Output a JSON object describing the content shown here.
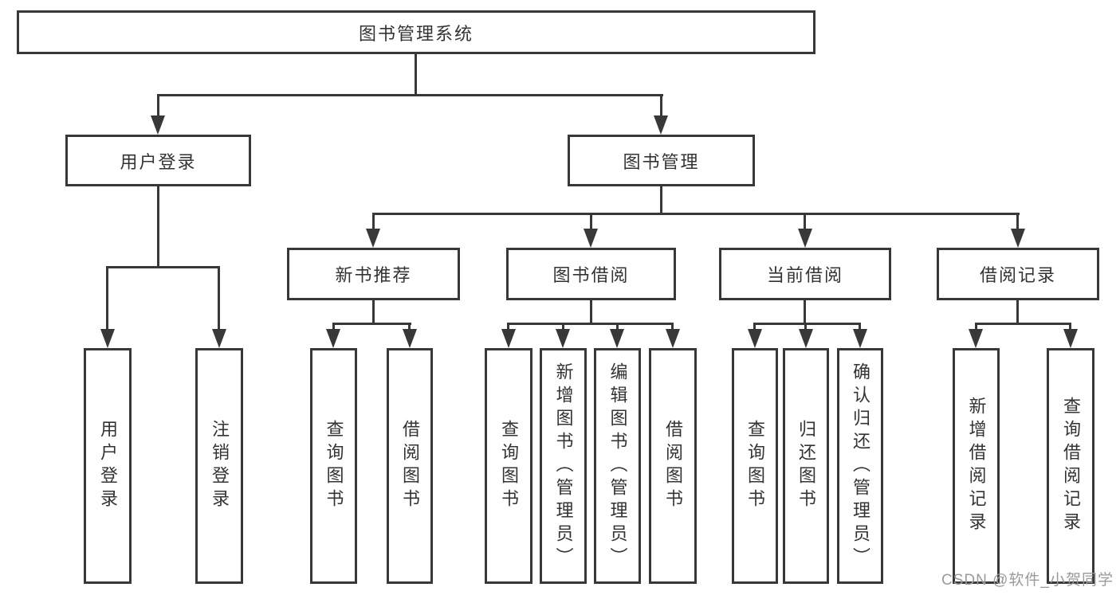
{
  "colors": {
    "background": "#ffffff",
    "line": "#383838",
    "box_border": "#383838",
    "text": "#333333",
    "watermark_text": "#9a9a9a"
  },
  "tree": {
    "label": "图书管理系统",
    "children": [
      {
        "label": "用户登录",
        "children": [
          {
            "label": "用户登录"
          },
          {
            "label": "注销登录"
          }
        ]
      },
      {
        "label": "图书管理",
        "children": [
          {
            "label": "新书推荐",
            "children": [
              {
                "label": "查询图书"
              },
              {
                "label": "借阅图书"
              }
            ]
          },
          {
            "label": "图书借阅",
            "children": [
              {
                "label": "查询图书"
              },
              {
                "label": "新增图书（管理员）"
              },
              {
                "label": "编辑图书（管理员）"
              },
              {
                "label": "借阅图书"
              }
            ]
          },
          {
            "label": "当前借阅",
            "children": [
              {
                "label": "查询图书"
              },
              {
                "label": "归还图书"
              },
              {
                "label": "确认归还（管理员）"
              }
            ]
          },
          {
            "label": "借阅记录",
            "children": [
              {
                "label": "新增借阅记录"
              },
              {
                "label": "查询借阅记录"
              }
            ]
          }
        ]
      }
    ]
  },
  "watermark": {
    "text": "CSDN @软件_小贺同学"
  }
}
